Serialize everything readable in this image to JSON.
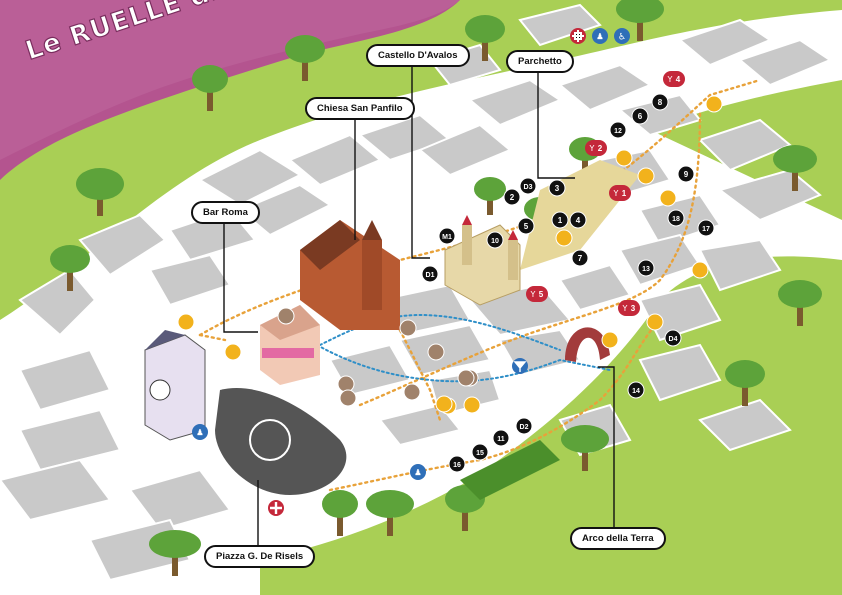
{
  "map": {
    "title": "Le RUELLE di lu' PAESE",
    "colors": {
      "grass": "#a9cf55",
      "road": "#ffffff",
      "building": "#c9c9c9",
      "water": "#b4548f",
      "path_orange": "#e8a23a",
      "path_blue": "#2f8fc8",
      "marker_black": "#111111",
      "marker_red": "#c4283a",
      "marker_brown": "#a0826b",
      "coin": "#f2b21c",
      "tree": "#5da33a"
    },
    "labels": {
      "castello": "Castello D'Avalos",
      "parchetto": "Parchetto",
      "chiesa": "Chiesa San Panfilo",
      "bar_roma": "Bar Roma",
      "piazza": "Piazza G. De Risels",
      "arco": "Arco della Terra"
    },
    "markers": {
      "black": [
        "M1",
        "D1",
        "D2",
        "D3",
        "D4",
        "1",
        "2",
        "3",
        "4",
        "5",
        "6",
        "7",
        "8",
        "9",
        "10",
        "11",
        "12",
        "13",
        "14",
        "15",
        "16",
        "17",
        "18"
      ],
      "red": [
        "1",
        "2",
        "3",
        "4",
        "5"
      ]
    },
    "icons": [
      "first-aid-icon",
      "wc-icon",
      "accessible-icon",
      "wine-icon",
      "beer-icon",
      "coin-icon",
      "shoe-icon",
      "cocktail-icon"
    ]
  }
}
